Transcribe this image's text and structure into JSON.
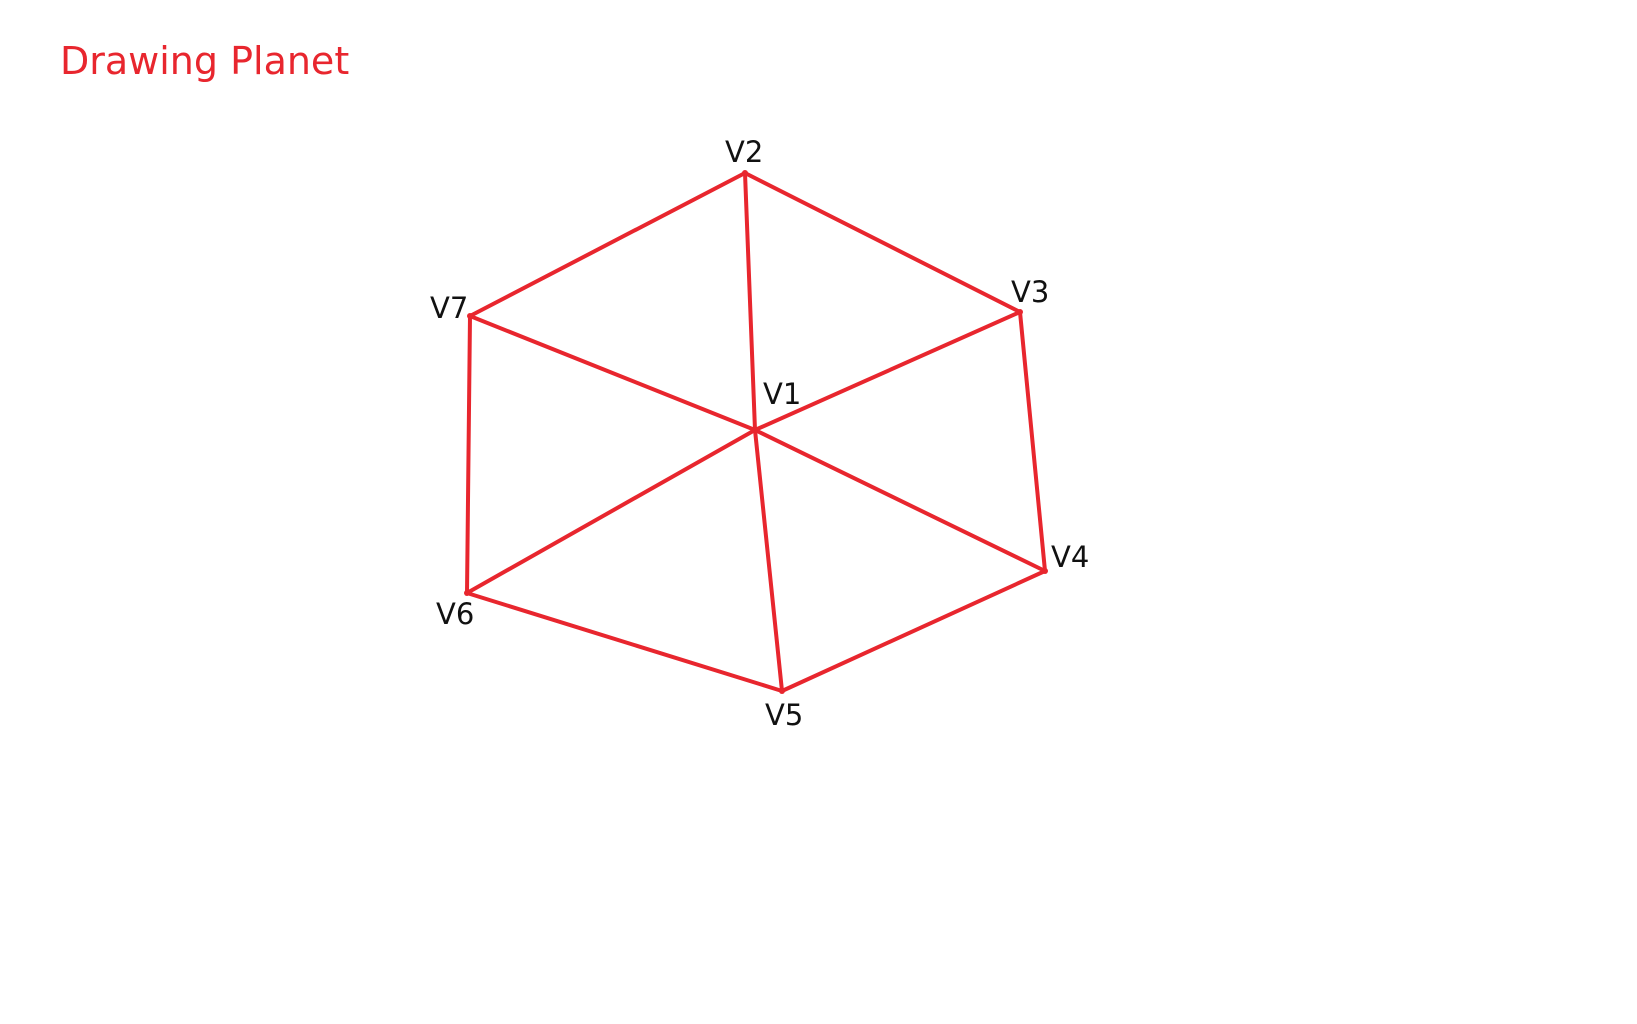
{
  "title": "Drawing Planet",
  "colors": {
    "title": "#e8262e",
    "edge": "#e8262e",
    "label": "#111111"
  },
  "vertices": [
    {
      "id": "V1",
      "label": "V1"
    },
    {
      "id": "V2",
      "label": "V2"
    },
    {
      "id": "V3",
      "label": "V3"
    },
    {
      "id": "V4",
      "label": "V4"
    },
    {
      "id": "V5",
      "label": "V5"
    },
    {
      "id": "V6",
      "label": "V6"
    },
    {
      "id": "V7",
      "label": "V7"
    }
  ],
  "edges": [
    [
      "V1",
      "V2"
    ],
    [
      "V1",
      "V3"
    ],
    [
      "V1",
      "V4"
    ],
    [
      "V1",
      "V5"
    ],
    [
      "V1",
      "V6"
    ],
    [
      "V1",
      "V7"
    ],
    [
      "V2",
      "V3"
    ],
    [
      "V3",
      "V4"
    ],
    [
      "V4",
      "V5"
    ],
    [
      "V5",
      "V6"
    ],
    [
      "V6",
      "V7"
    ],
    [
      "V7",
      "V2"
    ]
  ]
}
